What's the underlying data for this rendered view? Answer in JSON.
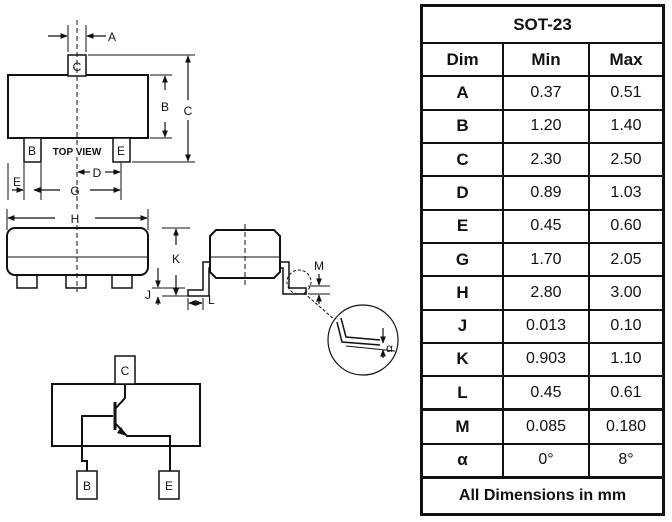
{
  "diagram": {
    "labels": {
      "A": "A",
      "B": "B",
      "C": "C",
      "D": "D",
      "E": "E",
      "G": "G",
      "H": "H",
      "J": "J",
      "K": "K",
      "L": "L",
      "M": "M",
      "alpha": "α",
      "top_view": "TOP VIEW"
    },
    "schematic": {
      "collector": "C",
      "base": "B",
      "emitter": "E"
    }
  },
  "table": {
    "title": "SOT-23",
    "headers": [
      "Dim",
      "Min",
      "Max"
    ],
    "rows": [
      {
        "dim": "A",
        "min": "0.37",
        "max": "0.51"
      },
      {
        "dim": "B",
        "min": "1.20",
        "max": "1.40"
      },
      {
        "dim": "C",
        "min": "2.30",
        "max": "2.50"
      },
      {
        "dim": "D",
        "min": "0.89",
        "max": "1.03"
      },
      {
        "dim": "E",
        "min": "0.45",
        "max": "0.60"
      },
      {
        "dim": "G",
        "min": "1.70",
        "max": "2.05"
      },
      {
        "dim": "H",
        "min": "2.80",
        "max": "3.00"
      },
      {
        "dim": "J",
        "min": "0.013",
        "max": "0.10"
      },
      {
        "dim": "K",
        "min": "0.903",
        "max": "1.10"
      },
      {
        "dim": "L",
        "min": "0.45",
        "max": "0.61"
      },
      {
        "dim": "M",
        "min": "0.085",
        "max": "0.180"
      },
      {
        "dim": "α",
        "min": "0°",
        "max": "8°"
      }
    ],
    "footer": "All Dimensions in mm"
  }
}
